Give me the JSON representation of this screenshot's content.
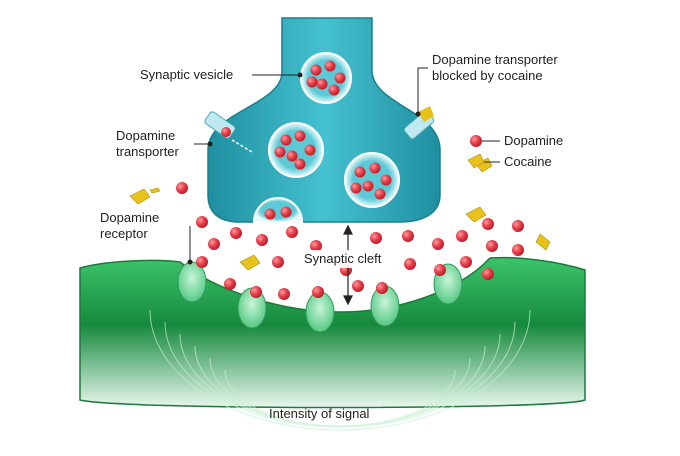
{
  "labels": {
    "synaptic_vesicle": "Synaptic vesicle",
    "transporter_blocked_line1": "Dopamine transporter",
    "transporter_blocked_line2": "blocked by cocaine",
    "dopamine_transporter_line1": "Dopamine",
    "dopamine_transporter_line2": "transporter",
    "legend_dopamine": "Dopamine",
    "legend_cocaine": "Cocaine",
    "dopamine_receptor_line1": "Dopamine",
    "dopamine_receptor_line2": "receptor",
    "synaptic_cleft": "Synaptic cleft",
    "intensity_of_signal": "Intensity of signal"
  },
  "colors": {
    "presynaptic_fill": "#2aa8b8",
    "presynaptic_light": "#7fd3de",
    "postsynaptic_fill": "#1f9a4a",
    "postsynaptic_dark": "#127a36",
    "receptor_fill": "#7fe0a8",
    "dopamine_fill": "#e8404a",
    "cocaine_fill": "#e8c21a",
    "text": "#222222"
  }
}
